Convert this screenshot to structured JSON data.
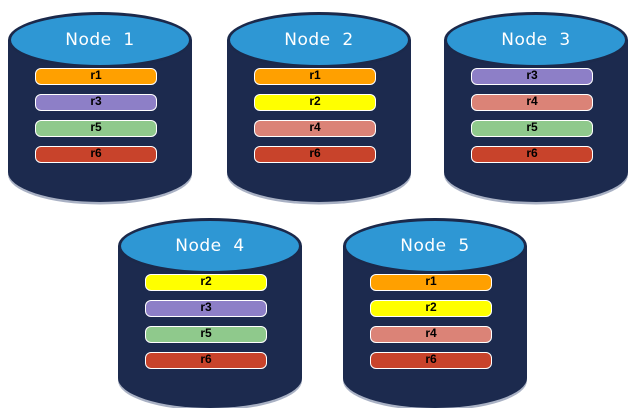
{
  "colors": {
    "canvas": "#ffffff",
    "cylinder_body": "#1C2A4E",
    "cylinder_top": "#2E97D4",
    "cylinder_top_border": "#1B294B",
    "cylinder_bottom_edge": "#A9B1C4",
    "bar_border": "#ffffff",
    "bar_text": "#000000",
    "label_text": "#ffffff"
  },
  "replica_colors": {
    "r1": "#FFA000",
    "r2": "#FFFF00",
    "r3": "#8D7FC7",
    "r4": "#DB8377",
    "r5": "#8FC98C",
    "r6": "#C8432B"
  },
  "nodes": [
    {
      "label": "Node  1",
      "replicas": [
        "r1",
        "r3",
        "r5",
        "r6"
      ]
    },
    {
      "label": "Node  2",
      "replicas": [
        "r1",
        "r2",
        "r4",
        "r6"
      ]
    },
    {
      "label": "Node  3",
      "replicas": [
        "r3",
        "r4",
        "r5",
        "r6"
      ]
    },
    {
      "label": "Node  4",
      "replicas": [
        "r2",
        "r3",
        "r5",
        "r6"
      ]
    },
    {
      "label": "Node  5",
      "replicas": [
        "r1",
        "r2",
        "r4",
        "r6"
      ]
    }
  ]
}
